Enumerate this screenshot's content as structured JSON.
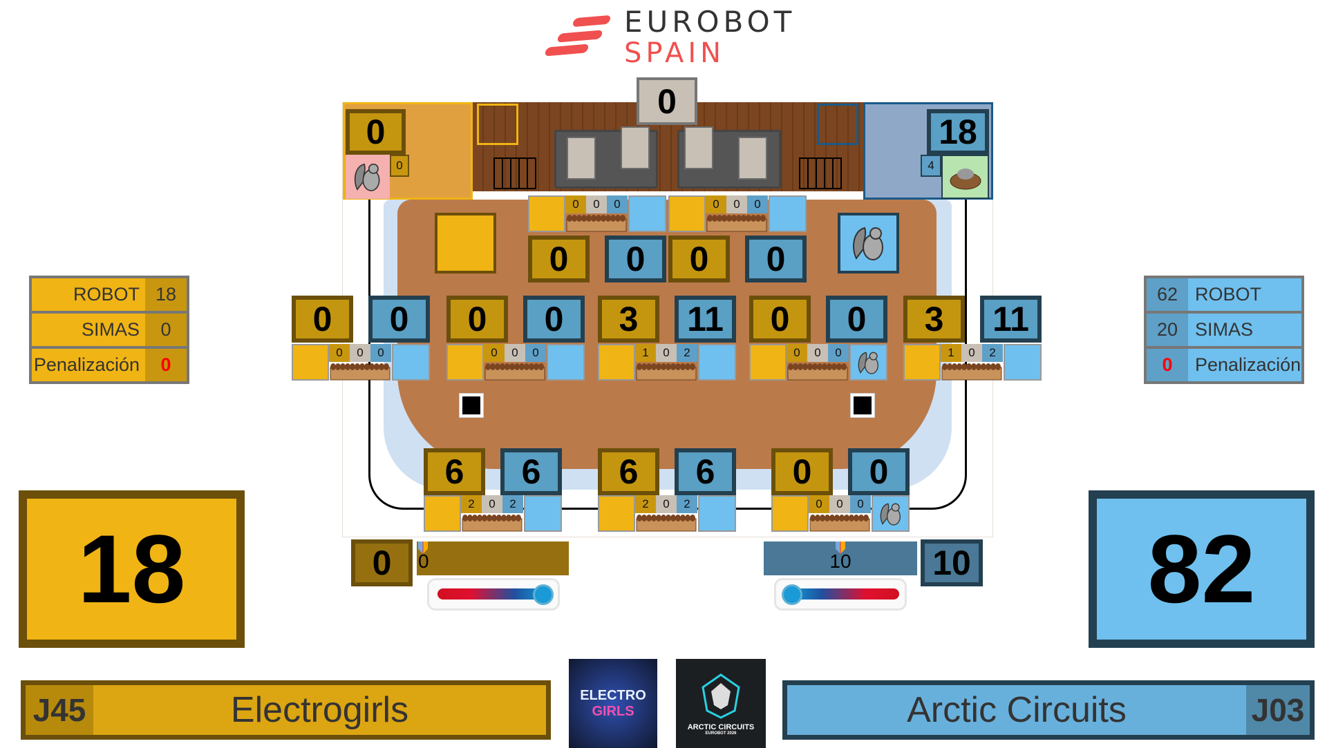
{
  "header": {
    "logo_line1": "EUROBOT",
    "logo_line2": "SPAIN"
  },
  "field": {
    "center_top_score": "0",
    "yellow_corner": {
      "score": "0",
      "count": "0"
    },
    "blue_corner": {
      "score": "18",
      "count": "4"
    },
    "top_zones": [
      {
        "yellow": "0",
        "blue": "0",
        "counts": [
          "0",
          "0",
          "0"
        ],
        "squirrel": false
      },
      {
        "yellow": "0",
        "blue": "0",
        "counts": [
          "0",
          "0",
          "0"
        ],
        "squirrel": false
      }
    ],
    "middle_zones": [
      {
        "yellow": "0",
        "blue": "0",
        "counts": [
          "0",
          "0",
          "0"
        ],
        "squirrel": false
      },
      {
        "yellow": "0",
        "blue": "0",
        "counts": [
          "0",
          "0",
          "0"
        ],
        "squirrel": false
      },
      {
        "yellow": "3",
        "blue": "11",
        "counts": [
          "1",
          "0",
          "2"
        ],
        "squirrel": false
      },
      {
        "yellow": "0",
        "blue": "0",
        "counts": [
          "0",
          "0",
          "0"
        ],
        "squirrel": true
      },
      {
        "yellow": "3",
        "blue": "11",
        "counts": [
          "1",
          "0",
          "2"
        ],
        "squirrel": false
      }
    ],
    "bottom_zones": [
      {
        "yellow": "6",
        "blue": "6",
        "counts": [
          "2",
          "0",
          "2"
        ],
        "squirrel": false
      },
      {
        "yellow": "6",
        "blue": "6",
        "counts": [
          "2",
          "0",
          "2"
        ],
        "squirrel": false
      },
      {
        "yellow": "0",
        "blue": "0",
        "counts": [
          "0",
          "0",
          "0"
        ],
        "squirrel": true
      }
    ]
  },
  "yellow_team": {
    "table": [
      {
        "label": "ROBOT",
        "value": "18"
      },
      {
        "label": "SIMAS",
        "value": "0"
      },
      {
        "label": "Penalización",
        "value": "0"
      }
    ],
    "total": "18",
    "thermo_score": "0",
    "thermo_value": "0",
    "thermo_level": 0,
    "code": "J45",
    "name": "Electrogirls",
    "logo_text": "ELECTRO GIRLS"
  },
  "blue_team": {
    "table": [
      {
        "label": "ROBOT",
        "value": "62"
      },
      {
        "label": "SIMAS",
        "value": "20"
      },
      {
        "label": "Penalización",
        "value": "0"
      }
    ],
    "total": "82",
    "thermo_score": "10",
    "thermo_value": "10",
    "thermo_level": 1,
    "code": "J03",
    "name": "Arctic Circuits",
    "logo_text": "ARCTIC CIRCUITS",
    "logo_sub": "EUROBOT 2026"
  },
  "colors": {
    "yellow": "#f0b414",
    "blue": "#6fc0ee",
    "penalty": "#ff0000",
    "brand": "#f05050"
  }
}
